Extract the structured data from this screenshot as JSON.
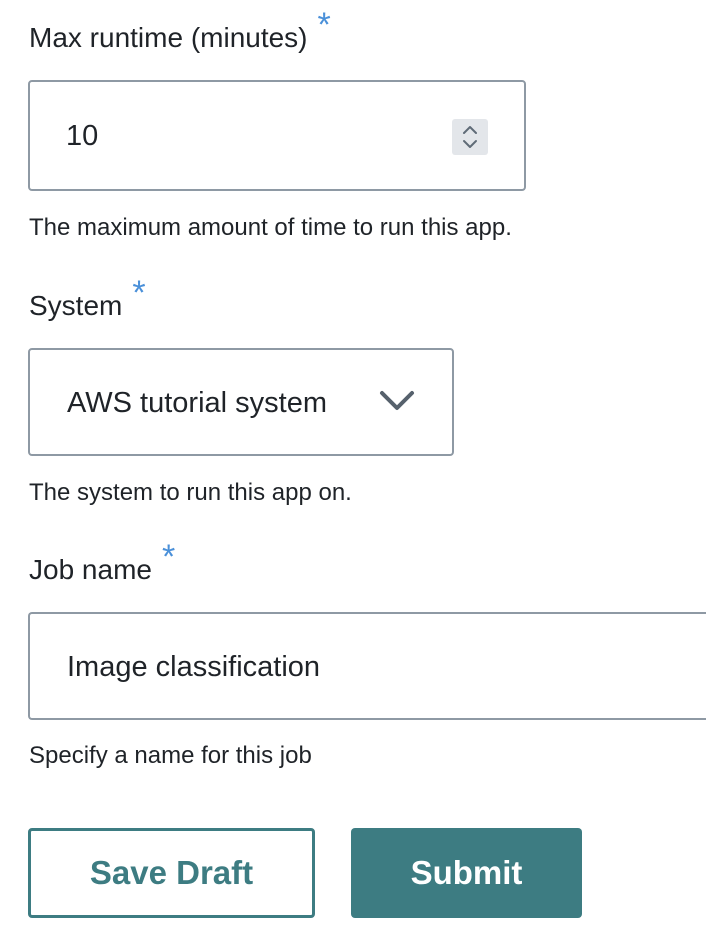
{
  "form": {
    "max_runtime": {
      "label": "Max runtime (minutes)",
      "required_marker": "*",
      "value": "10",
      "help": "The maximum amount of time to run this app."
    },
    "system": {
      "label": "System",
      "required_marker": "*",
      "selected": "AWS tutorial system",
      "help": "The system to run this app on."
    },
    "job_name": {
      "label": "Job name",
      "required_marker": "*",
      "value": "Image classification",
      "help": "Specify a name for this job"
    }
  },
  "actions": {
    "save_draft_label": "Save Draft",
    "submit_label": "Submit"
  },
  "colors": {
    "accent": "#3d7c82",
    "required": "#4a90d9",
    "border": "#8e99a4"
  },
  "icons": {
    "stepper": "up-down-stepper-icon",
    "dropdown": "chevron-down-icon"
  }
}
